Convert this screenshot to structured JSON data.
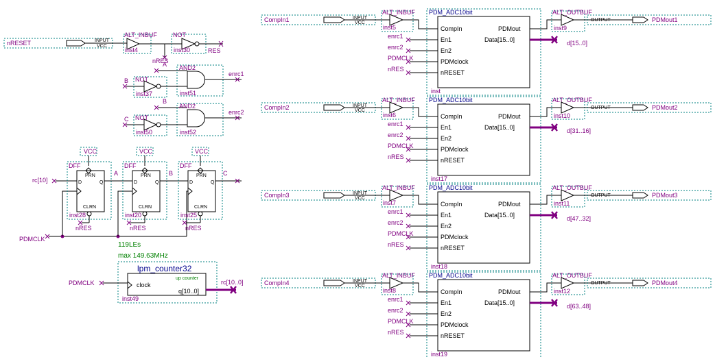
{
  "reset_section": {
    "input_pin": "nRESET",
    "input_type": "INPUT",
    "vcc": "VCC",
    "buf_type": "ALT_INBUF",
    "buf_inst": "inst4",
    "not_type": "NOT",
    "not_inst": "inst30",
    "out_net": "RES",
    "nres_net": "nRES"
  },
  "and_gates": [
    {
      "type": "AND2",
      "inst": "inst51",
      "in_a": "A",
      "in_b": "B",
      "not_type": "NOT",
      "not_inst": "inst37",
      "out": "enrc1"
    },
    {
      "type": "AND2",
      "inst": "inst52",
      "in_a": "B",
      "in_b": "C",
      "not_type": "NOT",
      "not_inst": "inst50",
      "out": "enrc2"
    }
  ],
  "dff_chain": {
    "input": "rc[10]",
    "clock_net": "PDMCLK",
    "cells": [
      {
        "type": "DFF",
        "inst": "inst28",
        "vcc": "VCC",
        "prn": "PRN",
        "clrn": "CLRN",
        "d": "D",
        "q": "Q",
        "nres": "nRES",
        "out": "A"
      },
      {
        "type": "DFF",
        "inst": "inst20",
        "vcc": "VCC",
        "prn": "PRN",
        "clrn": "CLRN",
        "d": "D",
        "q": "Q",
        "nres": "nRES",
        "out": "B"
      },
      {
        "type": "DFF",
        "inst": "inst25",
        "vcc": "VCC",
        "prn": "PRN",
        "clrn": "CLRN",
        "d": "D",
        "q": "Q",
        "nres": "nRES",
        "out": "C"
      }
    ]
  },
  "stats": {
    "les": "119LEs",
    "fmax": "max 149.63MHz"
  },
  "counter": {
    "title": "lpm_counter32",
    "subtitle": "up counter",
    "clock_port": "clock",
    "q_port": "q[10..0]",
    "inst": "inst49",
    "clock_net": "PDMCLK",
    "out_net": "rc[10..0]"
  },
  "channels": [
    {
      "input": "CompIn1",
      "input_type": "INPUT",
      "vcc": "VCC",
      "buf_type": "ALT_INBUF",
      "buf_inst": "inst5",
      "block": "PDM_ADC10bit",
      "block_inst": "inst",
      "ports_in": [
        "CompIn",
        "En1",
        "En2",
        "PDMclock",
        "nRESET"
      ],
      "ports_out": [
        "PDMout",
        "Data[15..0]"
      ],
      "nets_in": [
        "enrc1",
        "enrc2",
        "PDMCLK",
        "nRES"
      ],
      "outbuf_type": "ALT_OUTBUF",
      "outbuf_inst": "inst9",
      "output_type": "OUTPUT",
      "output": "PDMout1",
      "data_net": "d[15..0]"
    },
    {
      "input": "CompIn2",
      "input_type": "INPUT",
      "vcc": "VCC",
      "buf_type": "ALT_INBUF",
      "buf_inst": "inst6",
      "block": "PDM_ADC10bit",
      "block_inst": "inst17",
      "ports_in": [
        "CompIn",
        "En1",
        "En2",
        "PDMclock",
        "nRESET"
      ],
      "ports_out": [
        "PDMout",
        "Data[15..0]"
      ],
      "nets_in": [
        "enrc1",
        "enrc2",
        "PDMCLK",
        "nRES"
      ],
      "outbuf_type": "ALT_OUTBUF",
      "outbuf_inst": "inst10",
      "output_type": "OUTPUT",
      "output": "PDMout2",
      "data_net": "d[31..16]"
    },
    {
      "input": "CompIn3",
      "input_type": "INPUT",
      "vcc": "VCC",
      "buf_type": "ALT_INBUF",
      "buf_inst": "inst7",
      "block": "PDM_ADC10bit",
      "block_inst": "inst18",
      "ports_in": [
        "CompIn",
        "En1",
        "En2",
        "PDMclock",
        "nRESET"
      ],
      "ports_out": [
        "PDMout",
        "Data[15..0]"
      ],
      "nets_in": [
        "enrc1",
        "enrc2",
        "PDMCLK",
        "nRES"
      ],
      "outbuf_type": "ALT_OUTBUF",
      "outbuf_inst": "inst11",
      "output_type": "OUTPUT",
      "output": "PDMout3",
      "data_net": "d[47..32]"
    },
    {
      "input": "CompIn4",
      "input_type": "INPUT",
      "vcc": "VCC",
      "buf_type": "ALT_INBUF",
      "buf_inst": "inst8",
      "block": "PDM_ADC10bit",
      "block_inst": "inst19",
      "ports_in": [
        "CompIn",
        "En1",
        "En2",
        "PDMclock",
        "nRESET"
      ],
      "ports_out": [
        "PDMout",
        "Data[15..0]"
      ],
      "nets_in": [
        "enrc1",
        "enrc2",
        "PDMCLK",
        "nRES"
      ],
      "outbuf_type": "ALT_OUTBUF",
      "outbuf_inst": "inst12",
      "output_type": "OUTPUT",
      "output": "PDMout4",
      "data_net": "d[63..48]"
    }
  ]
}
